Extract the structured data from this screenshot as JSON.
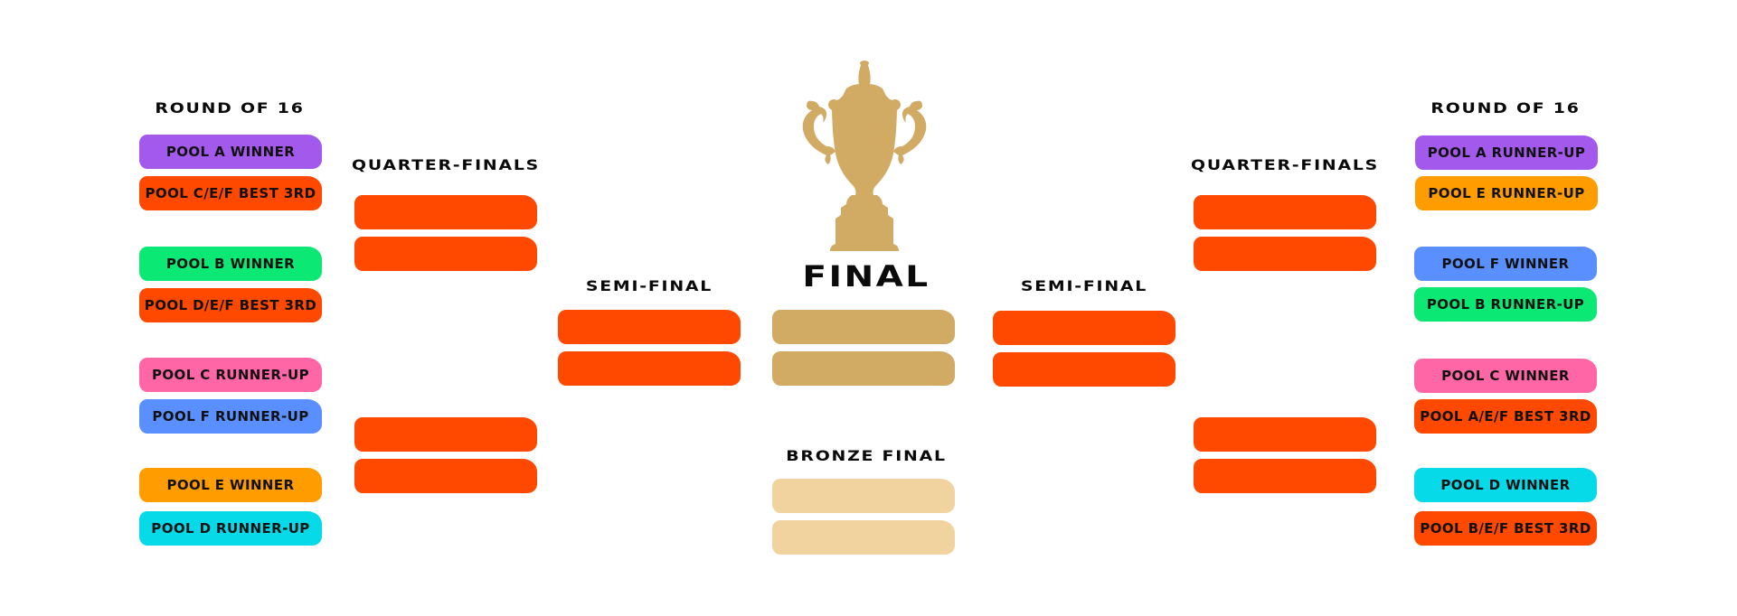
{
  "colors": {
    "pool_a": "#a259ec",
    "pool_b": "#0ce874",
    "pool_c": "#ff66a6",
    "pool_d": "#06d9e8",
    "pool_e": "#ff9d00",
    "pool_f": "#5a8fff",
    "best_third": "#ff4800",
    "knockout": "#ff4800",
    "final": "#d1ab64",
    "bronze": "#f1d39f",
    "title": "#0a0a0a"
  },
  "left": {
    "round_of_16": {
      "title": "ROUND OF 16",
      "slots": [
        {
          "label": "POOL A WINNER",
          "color": "#a259ec"
        },
        {
          "label": "POOL C/E/F BEST 3RD",
          "color": "#ff4800"
        },
        {
          "label": "POOL B WINNER",
          "color": "#0ce874"
        },
        {
          "label": "POOL D/E/F BEST 3RD",
          "color": "#ff4800"
        },
        {
          "label": "POOL C RUNNER-UP",
          "color": "#ff66a6"
        },
        {
          "label": "POOL F RUNNER-UP",
          "color": "#5a8fff"
        },
        {
          "label": "POOL E WINNER",
          "color": "#ff9d00"
        },
        {
          "label": "POOL D RUNNER-UP",
          "color": "#06d9e8"
        }
      ]
    },
    "quarter_finals": {
      "title": "QUARTER-FINALS",
      "slots": [
        "",
        "",
        "",
        ""
      ]
    },
    "semi_final": {
      "title": "SEMI-FINAL",
      "slots": [
        "",
        ""
      ]
    }
  },
  "right": {
    "round_of_16": {
      "title": "ROUND OF 16",
      "slots": [
        {
          "label": "POOL A RUNNER-UP",
          "color": "#a259ec"
        },
        {
          "label": "POOL E RUNNER-UP",
          "color": "#ff9d00"
        },
        {
          "label": "POOL F WINNER",
          "color": "#5a8fff"
        },
        {
          "label": "POOL B RUNNER-UP",
          "color": "#0ce874"
        },
        {
          "label": "POOL C WINNER",
          "color": "#ff66a6"
        },
        {
          "label": "POOL A/E/F BEST 3RD",
          "color": "#ff4800"
        },
        {
          "label": "POOL D WINNER",
          "color": "#06d9e8"
        },
        {
          "label": "POOL B/E/F BEST 3RD",
          "color": "#ff4800"
        }
      ]
    },
    "quarter_finals": {
      "title": "QUARTER-FINALS",
      "slots": [
        "",
        "",
        "",
        ""
      ]
    },
    "semi_final": {
      "title": "SEMI-FINAL",
      "slots": [
        "",
        ""
      ]
    }
  },
  "final": {
    "title": "FINAL",
    "trophy_icon": "trophy-icon",
    "slots": [
      "",
      ""
    ]
  },
  "bronze_final": {
    "title": "BRONZE FINAL",
    "slots": [
      "",
      ""
    ]
  }
}
